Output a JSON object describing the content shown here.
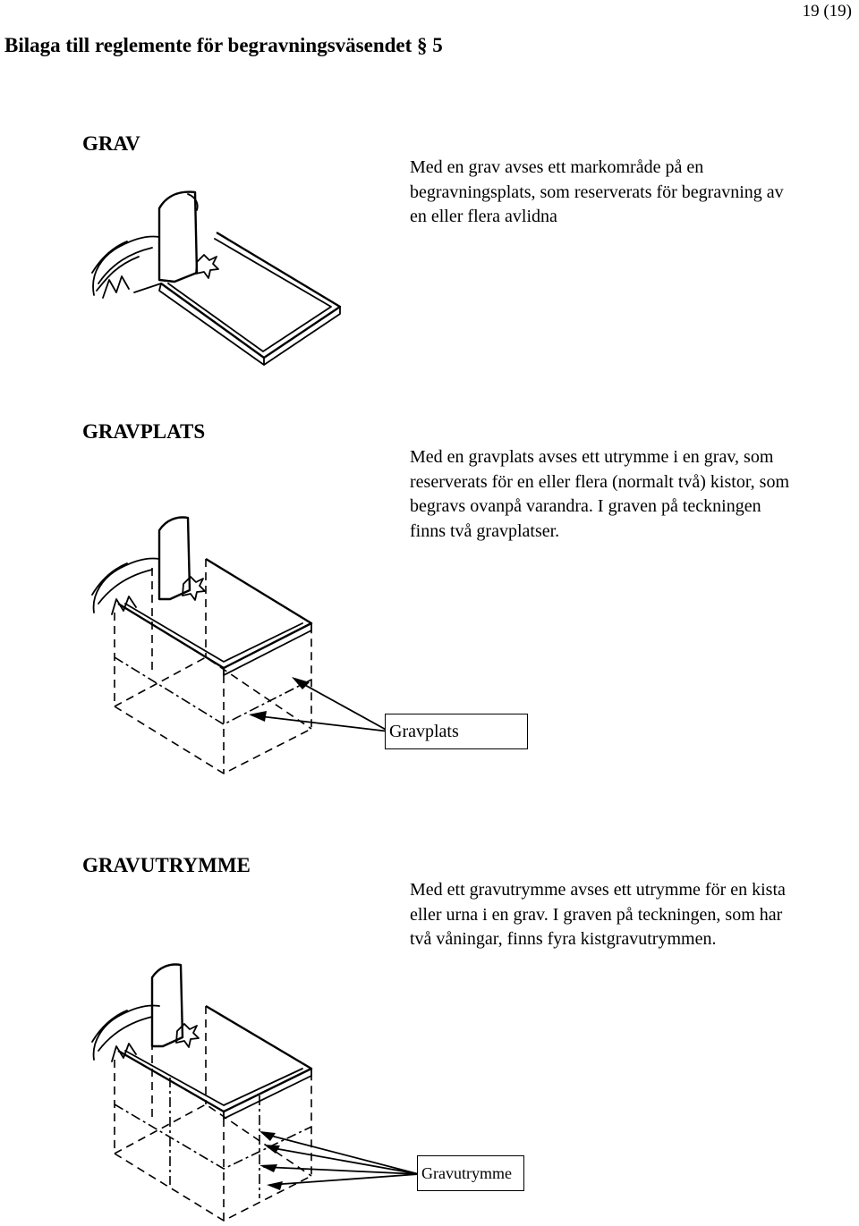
{
  "header": {
    "page_number": "19 (19)",
    "title": "Bilaga till reglemente för begravningsväsendet § 5"
  },
  "sections": {
    "grav": {
      "heading": "GRAV",
      "lines": [
        "Med en grav avses ett markområde på en",
        "begravningsplats, som reserverats för begravning av",
        "en eller flera avlidna"
      ]
    },
    "gravplats": {
      "heading": "GRAVPLATS",
      "lines": [
        "Med en gravplats avses ett utrymme i en grav, som",
        "reserverats för en eller flera (normalt två) kistor, som",
        "begravs ovanpå varandra. I graven på teckningen",
        "finns två gravplatser."
      ],
      "callout_label": "Gravplats"
    },
    "gravutrymme": {
      "heading": "GRAVUTRYMME",
      "lines": [
        "Med ett gravutrymme avses ett utrymme för en kista",
        "eller urna i en grav. I graven på teckningen, som har",
        "två våningar, finns fyra kistgravutrymmen."
      ],
      "callout_label": "Gravutrymme"
    }
  }
}
